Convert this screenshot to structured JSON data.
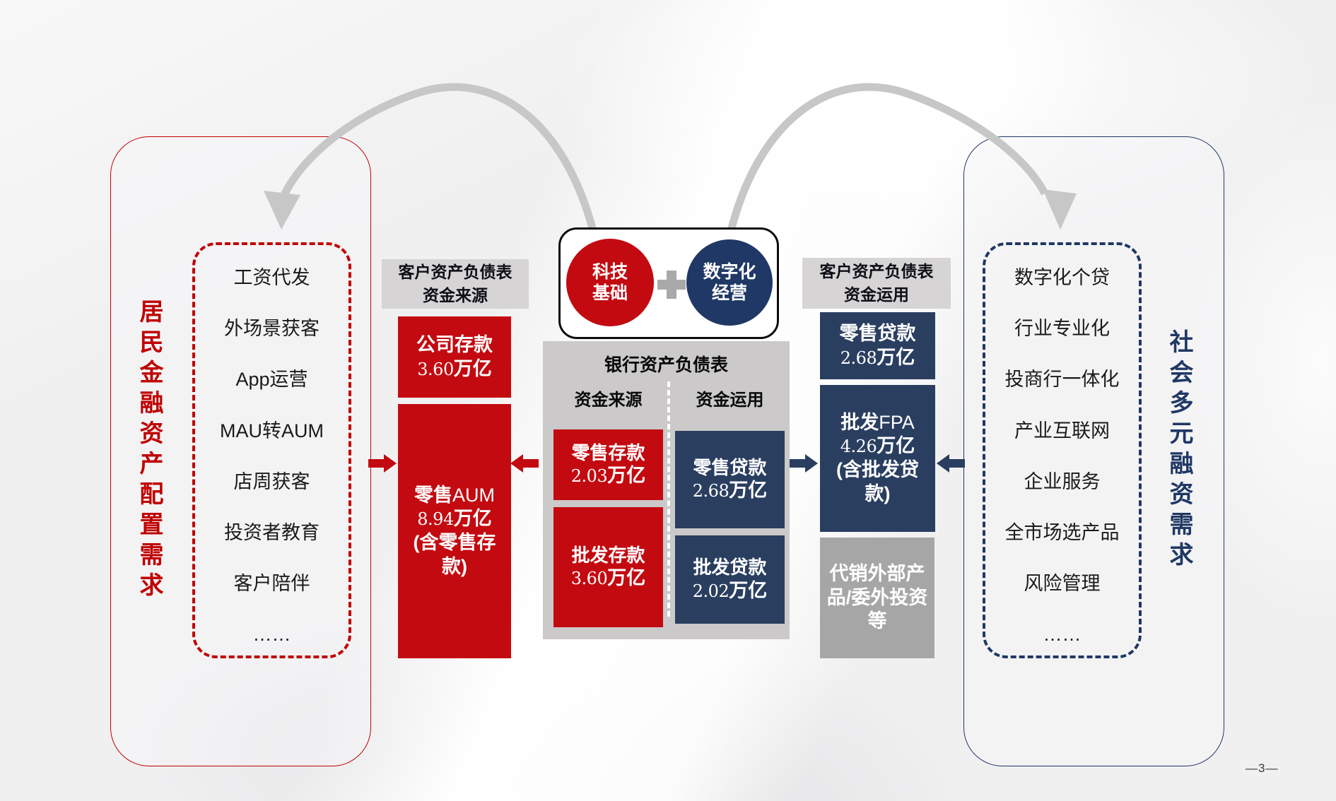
{
  "page": {
    "number_label": "—3—"
  },
  "theme_colors": {
    "red": "#C30A10",
    "navy": "#1F3864",
    "navy_box": "#2A3E60",
    "panel_gray": "#CBC9C9",
    "header_gray": "#D6D4D4",
    "agency_gray": "#A6A6A6",
    "swoosh_gray": "#C7C7C7"
  },
  "left_panel": {
    "title": "居民金融资产配置需求",
    "items": [
      "工资代发",
      "外场景获客",
      "App运营",
      "MAU转AUM",
      "店周获客",
      "投资者教育",
      "客户陪伴",
      "……"
    ]
  },
  "right_panel": {
    "title": "社会多元融资需求",
    "items": [
      "数字化个贷",
      "行业专业化",
      "投商行一体化",
      "产业互联网",
      "企业服务",
      "全市场选产品",
      "风险管理",
      "……"
    ]
  },
  "source_column": {
    "header_line1": "客户资产负债表",
    "header_line2": "资金来源",
    "box1": {
      "label": "公司存款",
      "value": "3.60",
      "unit": "万亿"
    },
    "box2": {
      "label_cjk": "零售",
      "label_latin": "AUM",
      "value": "8.94",
      "unit": "万亿",
      "note": "(含零售存款)"
    }
  },
  "usage_column": {
    "header_line1": "客户资产负债表",
    "header_line2": "资金运用",
    "box1": {
      "label": "零售贷款",
      "value": "2.68",
      "unit": "万亿"
    },
    "box2": {
      "label_cjk": "批发",
      "label_latin": "FPA",
      "value": "4.26",
      "unit": "万亿",
      "note": "(含批发贷款)"
    },
    "box3": {
      "label": "代销外部产品/委外投资等"
    }
  },
  "center_badge": {
    "tech_line1": "科技",
    "tech_line2": "基础",
    "plus": "+",
    "digital_line1": "数字化",
    "digital_line2": "经营"
  },
  "bank_panel": {
    "title": "银行资产负债表",
    "col_source": "资金来源",
    "col_usage": "资金运用",
    "retail_deposit": {
      "label": "零售存款",
      "value": "2.03",
      "unit": "万亿"
    },
    "wholesale_deposit": {
      "label": "批发存款",
      "value": "3.60",
      "unit": "万亿"
    },
    "retail_loan": {
      "label": "零售贷款",
      "value": "2.68",
      "unit": "万亿"
    },
    "wholesale_loan": {
      "label": "批发贷款",
      "value": "2.02",
      "unit": "万亿"
    }
  }
}
